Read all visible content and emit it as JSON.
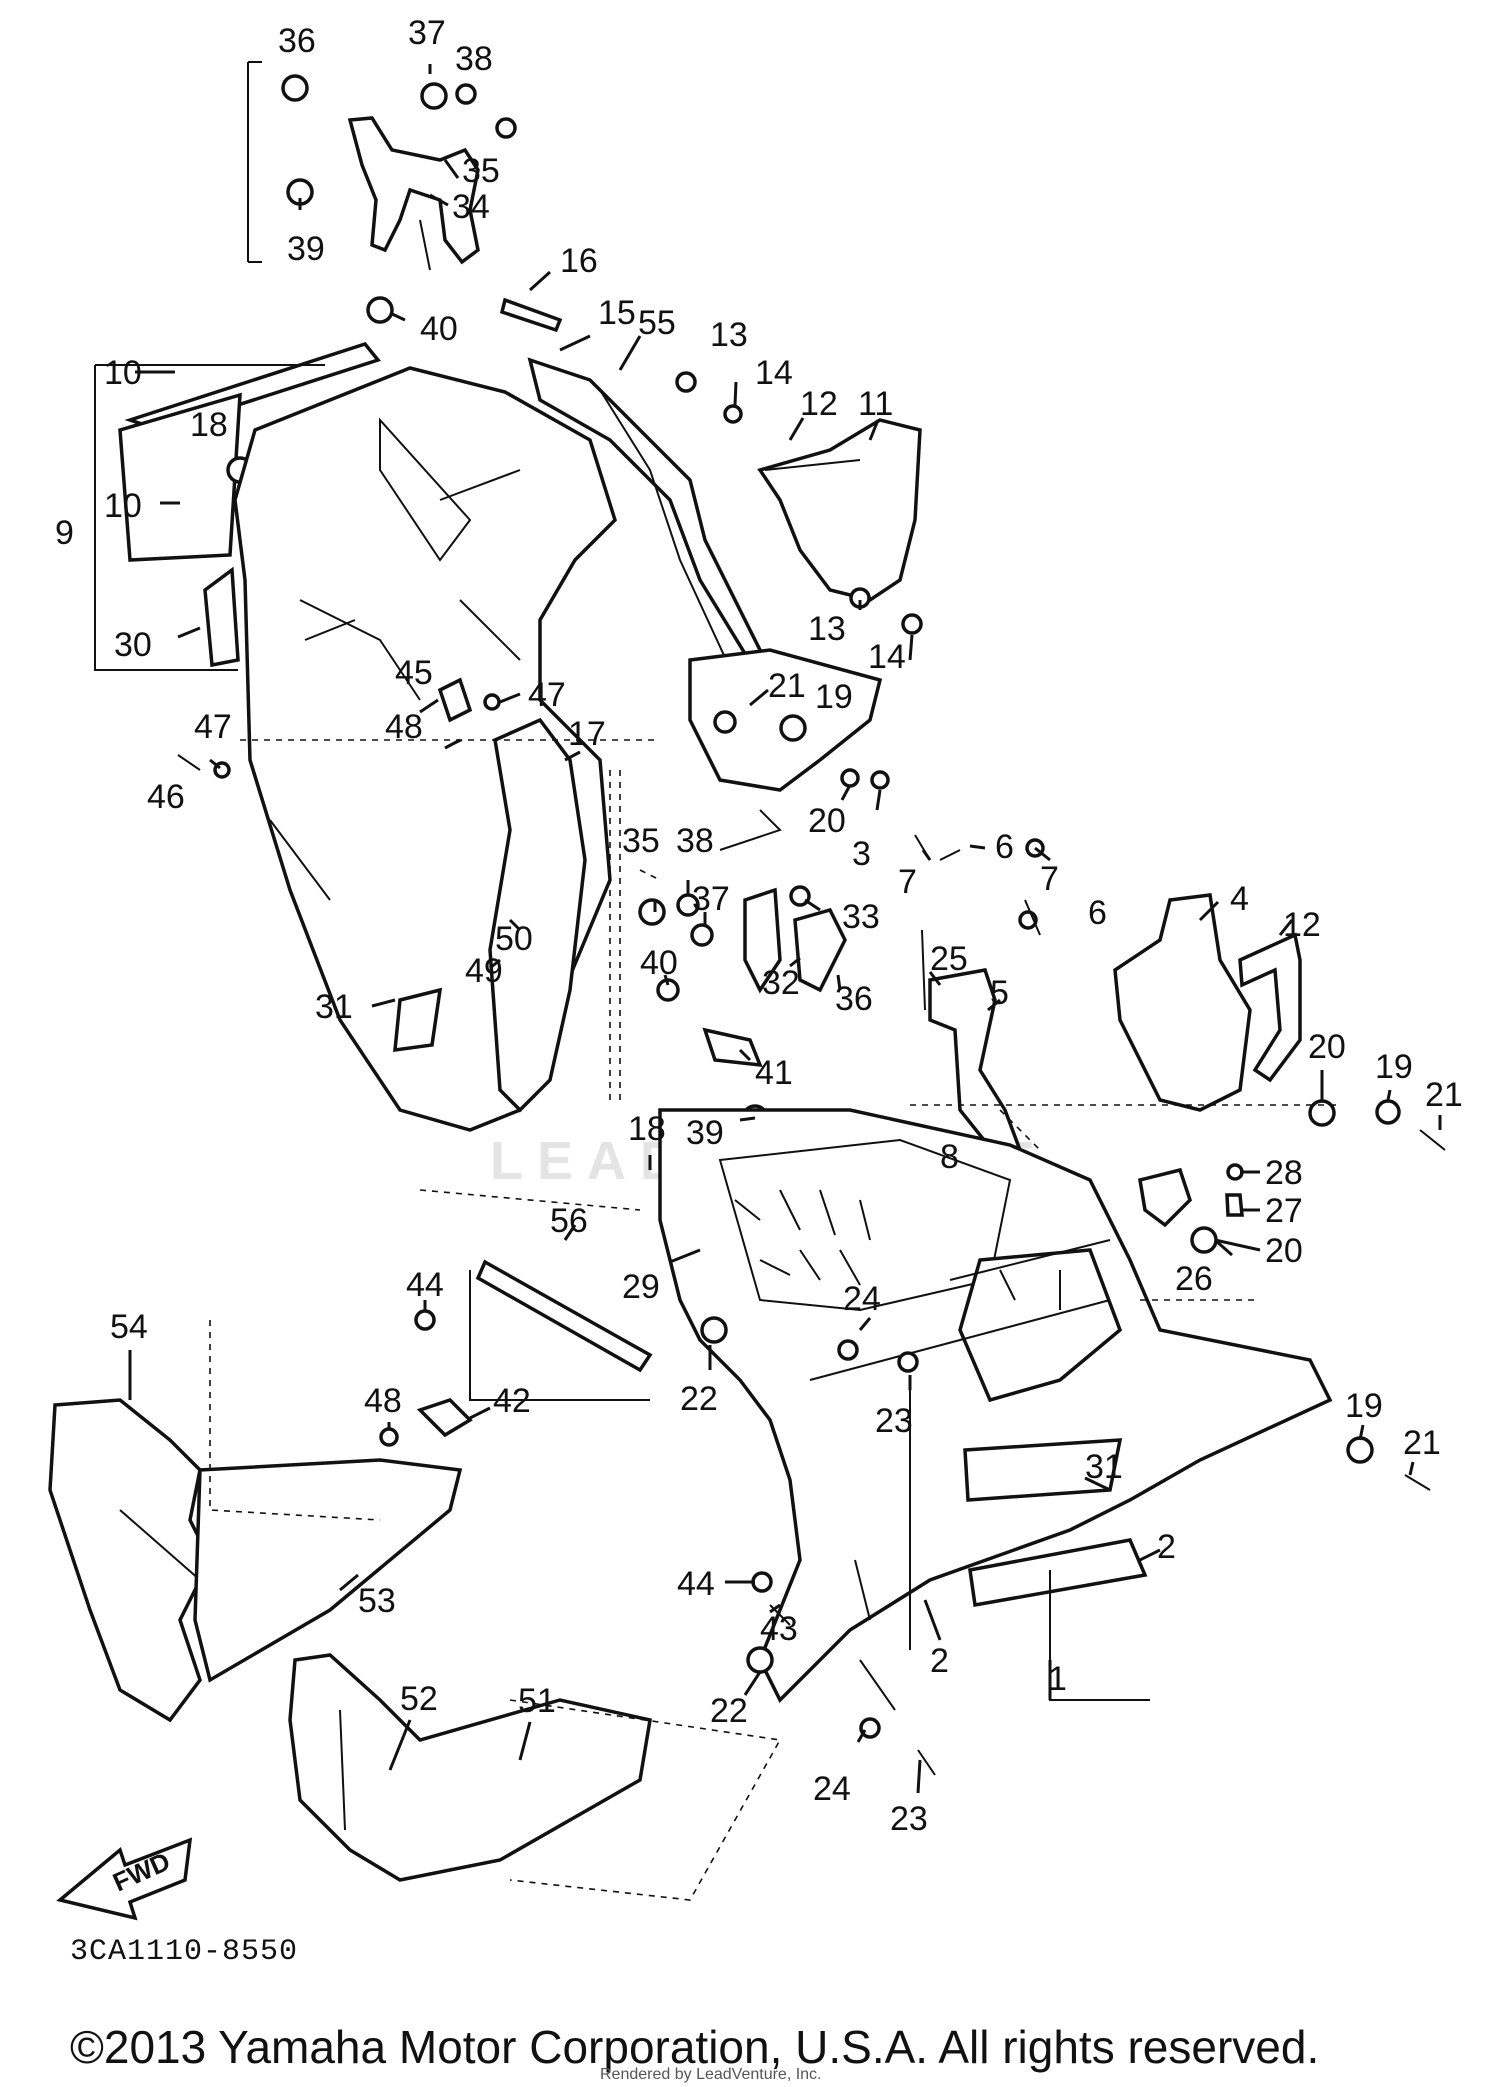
{
  "diagram": {
    "code": "3CA1110-8550",
    "copyright": "©2013 Yamaha Motor Corporation, U.S.A. All rights reserved.",
    "rendered_by": "Rendered by LeadVenture, Inc.",
    "watermark": "LEADVENTURE",
    "direction_arrow": "FWD",
    "callouts": [
      "36",
      "37",
      "38",
      "35",
      "34",
      "39",
      "16",
      "40",
      "15",
      "55",
      "13",
      "14",
      "12",
      "11",
      "10",
      "9",
      "10",
      "18",
      "30",
      "13",
      "14",
      "21",
      "19",
      "45",
      "47",
      "48",
      "47",
      "46",
      "17",
      "20",
      "3",
      "7",
      "6",
      "35",
      "38",
      "37",
      "33",
      "7",
      "6",
      "4",
      "12",
      "40",
      "25",
      "5",
      "50",
      "49",
      "32",
      "36",
      "20",
      "31",
      "41",
      "19",
      "21",
      "18",
      "39",
      "8",
      "28",
      "27",
      "26",
      "20",
      "56",
      "29",
      "44",
      "24",
      "54",
      "22",
      "23",
      "48",
      "42",
      "19",
      "21",
      "31",
      "2",
      "53",
      "44",
      "43",
      "2",
      "1",
      "22",
      "52",
      "51",
      "24",
      "23"
    ]
  }
}
